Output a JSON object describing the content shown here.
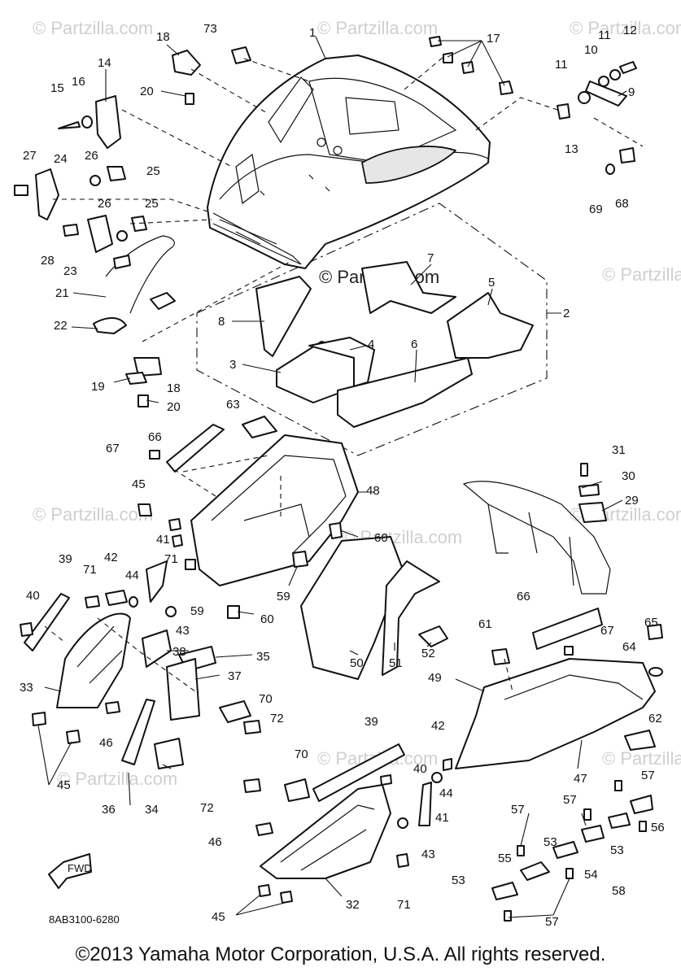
{
  "diagram": {
    "watermark_text": "© Partzilla.com",
    "center_watermark": "© Partzilla.com",
    "drawing_code": "8AB3100-6280",
    "fwd_label": "FWD",
    "copyright": "©2013  Yamaha Motor Corporation, U.S.A. All rights reserved.",
    "callouts": [
      "1",
      "2",
      "3",
      "4",
      "5",
      "6",
      "7",
      "8",
      "9",
      "10",
      "11",
      "11",
      "12",
      "13",
      "14",
      "15",
      "16",
      "17",
      "18",
      "18",
      "19",
      "20",
      "20",
      "21",
      "22",
      "23",
      "24",
      "25",
      "25",
      "26",
      "26",
      "27",
      "28",
      "29",
      "30",
      "31",
      "32",
      "33",
      "34",
      "35",
      "36",
      "37",
      "38",
      "39",
      "39",
      "40",
      "40",
      "41",
      "41",
      "42",
      "42",
      "43",
      "43",
      "44",
      "44",
      "45",
      "45",
      "45",
      "46",
      "46",
      "47",
      "48",
      "49",
      "50",
      "51",
      "52",
      "53",
      "53",
      "53",
      "54",
      "55",
      "56",
      "57",
      "57",
      "57",
      "57",
      "58",
      "59",
      "59",
      "60",
      "60",
      "61",
      "62",
      "63",
      "64",
      "65",
      "66",
      "66",
      "67",
      "67",
      "68",
      "69",
      "70",
      "70",
      "71",
      "71",
      "71",
      "72",
      "72",
      "73"
    ]
  }
}
